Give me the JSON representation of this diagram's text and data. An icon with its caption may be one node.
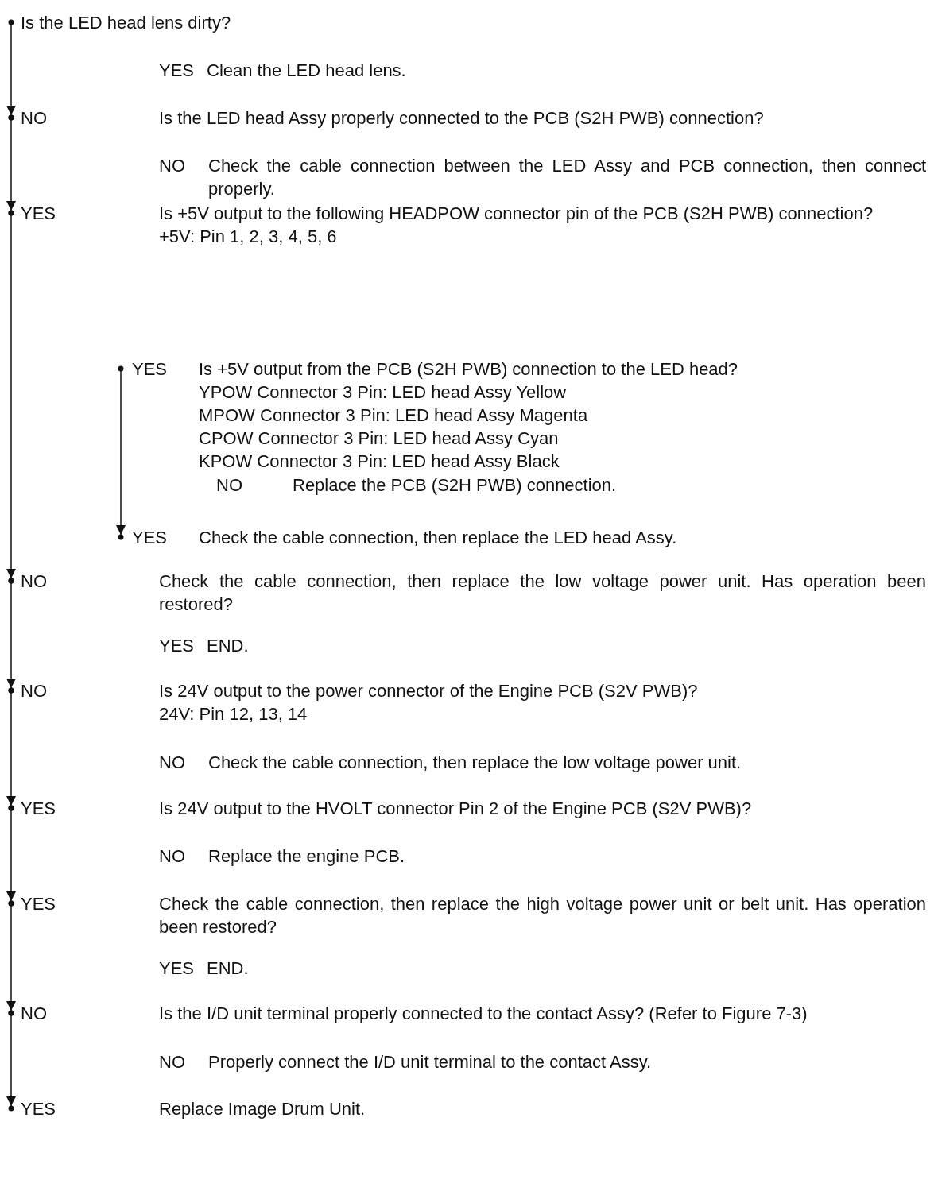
{
  "diagram": {
    "nodes": [
      {
        "text": [
          "Is the LED head lens dirty?"
        ]
      },
      {
        "text": [
          "YES",
          "Clean the LED head lens."
        ]
      },
      {
        "text": [
          "NO",
          "Is the LED head Assy properly connected to the PCB (S2H PWB) connection?"
        ]
      },
      {
        "text": [
          "NO",
          "Check the cable connection between the LED Assy and PCB connection, then connect properly."
        ]
      },
      {
        "text": [
          "YES",
          "Is +5V output to the following HEADPOW connector pin of the PCB (S2H PWB) connection?",
          "+5V: Pin 1, 2, 3, 4, 5, 6"
        ]
      },
      {
        "text": [
          "YES",
          "Is +5V output from the PCB (S2H PWB) connection to the LED head?",
          "YPOW Connector 3 Pin: LED head Assy Yellow",
          "MPOW Connector 3 Pin: LED head Assy Magenta",
          "CPOW Connector 3 Pin: LED head Assy Cyan",
          "KPOW Connector 3 Pin: LED head Assy Black"
        ]
      },
      {
        "text": [
          "NO",
          "Replace the PCB (S2H PWB) connection."
        ]
      },
      {
        "text": [
          "YES",
          "Check the cable connection, then replace the LED head Assy."
        ]
      },
      {
        "text": [
          "NO",
          "Check the cable connection, then replace the low voltage power unit. Has operation been restored?"
        ]
      },
      {
        "text": [
          "YES",
          "END."
        ]
      },
      {
        "text": [
          "NO",
          "Is 24V output to the power connector of the Engine PCB (S2V PWB)?",
          "24V: Pin 12, 13, 14"
        ]
      },
      {
        "text": [
          "NO",
          "Check the cable connection, then replace the low voltage power unit."
        ]
      },
      {
        "text": [
          "YES",
          "Is 24V output to the HVOLT connector Pin 2 of the Engine PCB (S2V PWB)?"
        ]
      },
      {
        "text": [
          "NO",
          "Replace the engine PCB."
        ]
      },
      {
        "text": [
          "YES",
          "Check the cable connection, then replace the high voltage power unit or belt unit. Has operation been restored?"
        ]
      },
      {
        "text": [
          "YES",
          "END."
        ]
      },
      {
        "text": [
          "NO",
          "Is the I/D unit terminal properly connected to the contact Assy? (Refer to Figure 7-3)"
        ]
      },
      {
        "text": [
          "NO",
          "Properly connect the I/D unit terminal to the contact Assy."
        ]
      },
      {
        "text": [
          "YES",
          "Replace Image Drum Unit."
        ]
      }
    ],
    "edges": [
      {
        "from": 0,
        "to": 2,
        "arrow": "to"
      },
      {
        "from": 2,
        "to": 4,
        "arrow": "to"
      },
      {
        "from": 4,
        "to": 8,
        "arrow": "to"
      },
      {
        "from": 5,
        "to": 7,
        "arrow": "to"
      },
      {
        "from": 8,
        "to": 10,
        "arrow": "to"
      },
      {
        "from": 10,
        "to": 12,
        "arrow": "to"
      },
      {
        "from": 12,
        "to": 14,
        "arrow": "to"
      },
      {
        "from": 14,
        "to": 16,
        "arrow": "to"
      },
      {
        "from": 16,
        "to": 18,
        "arrow": "to"
      }
    ]
  }
}
